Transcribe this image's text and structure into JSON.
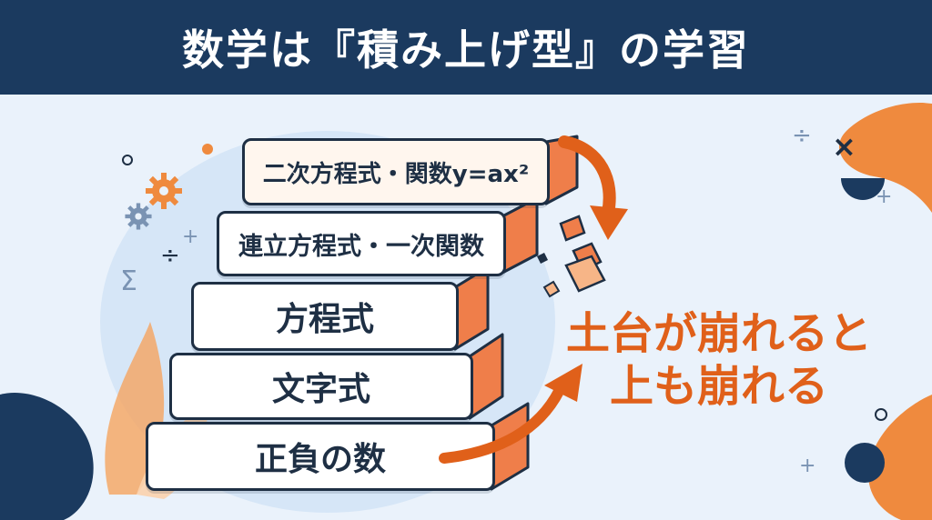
{
  "title": "数学は『積み上げ型』の学習",
  "blocks": [
    {
      "label": "二次方程式・関数y=ax²"
    },
    {
      "label": "連立方程式・一次関数"
    },
    {
      "label": "方程式"
    },
    {
      "label": "文字式"
    },
    {
      "label": "正負の数"
    }
  ],
  "message": {
    "line1": "土台が崩れると",
    "line2": "上も崩れる"
  },
  "colors": {
    "navy": "#1b3a5f",
    "orange": "#e0601a",
    "block_side": "#ef7e4a",
    "background": "#eaf2fb"
  },
  "icons": [
    "gear-icon",
    "sigma-icon",
    "division-icon",
    "plus-icon",
    "times-icon"
  ]
}
